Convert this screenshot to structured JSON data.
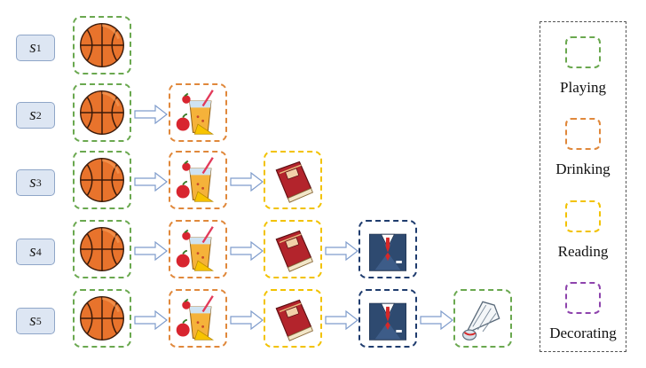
{
  "sequences": [
    {
      "label": "s",
      "sub": "1"
    },
    {
      "label": "s",
      "sub": "2"
    },
    {
      "label": "s",
      "sub": "3"
    },
    {
      "label": "s",
      "sub": "4"
    },
    {
      "label": "s",
      "sub": "5"
    }
  ],
  "legend": {
    "items": [
      {
        "label": "Playing",
        "color": "#6aa84f"
      },
      {
        "label": "Drinking",
        "color": "#e0883b"
      },
      {
        "label": "Reading",
        "color": "#f2c200"
      },
      {
        "label": "Decorating",
        "color": "#8e44ad"
      }
    ]
  },
  "colors": {
    "playing": "#6aa84f",
    "drinking": "#e0883b",
    "reading": "#f2c200",
    "working": "#1f3c6e",
    "arrow": "#7f9ccc",
    "label_fill": "#dde6f3"
  },
  "icons": [
    "basketball-icon",
    "juice-icon",
    "book-icon",
    "suit-icon",
    "shuttlecock-icon"
  ]
}
